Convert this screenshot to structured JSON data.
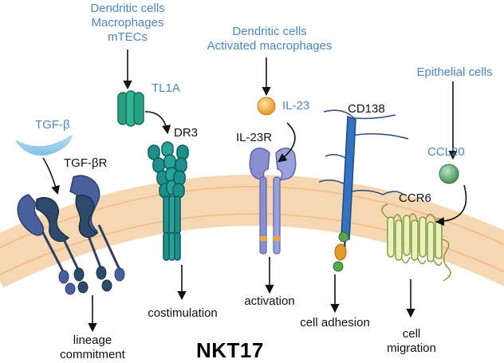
{
  "title": "NKT17",
  "sources": {
    "tl1a_cells": [
      "Dendritic cells",
      "Macrophages",
      "mTECs"
    ],
    "il23_cells": [
      "Dendritic cells",
      "Activated macrophages"
    ],
    "ccl20_cells": "Epithelial cells"
  },
  "ligands": {
    "tgfb": "TGF-β",
    "tl1a": "TL1A",
    "il23": "IL-23",
    "ccl20": "CCL20"
  },
  "receptors": {
    "tgfbr": "TGF-βR",
    "dr3": "DR3",
    "il23r": "IL-23R",
    "cd138": "CD138",
    "ccr6": "CCR6"
  },
  "outcomes": {
    "lineage": [
      "lineage",
      "commitment"
    ],
    "costimulation": "costimulation",
    "activation": "activation",
    "adhesion": "cell adhesion",
    "migration": [
      "cell",
      "migration"
    ]
  },
  "colors": {
    "label_blue": "#4a86c8",
    "membrane": "#f6d7b3",
    "membrane_line": "#f0bb85",
    "tgfbr": "#4a5f9e",
    "tgfbr_dark": "#2d4a6a",
    "dr3": "#1e8f8a",
    "tl1a": "#2aa082",
    "il23r": "#8a8fd0",
    "il23": "#f0a534",
    "cd138": "#3572c0",
    "ccr6": "#e6f2c2",
    "ccl20": "#5aa56b"
  }
}
